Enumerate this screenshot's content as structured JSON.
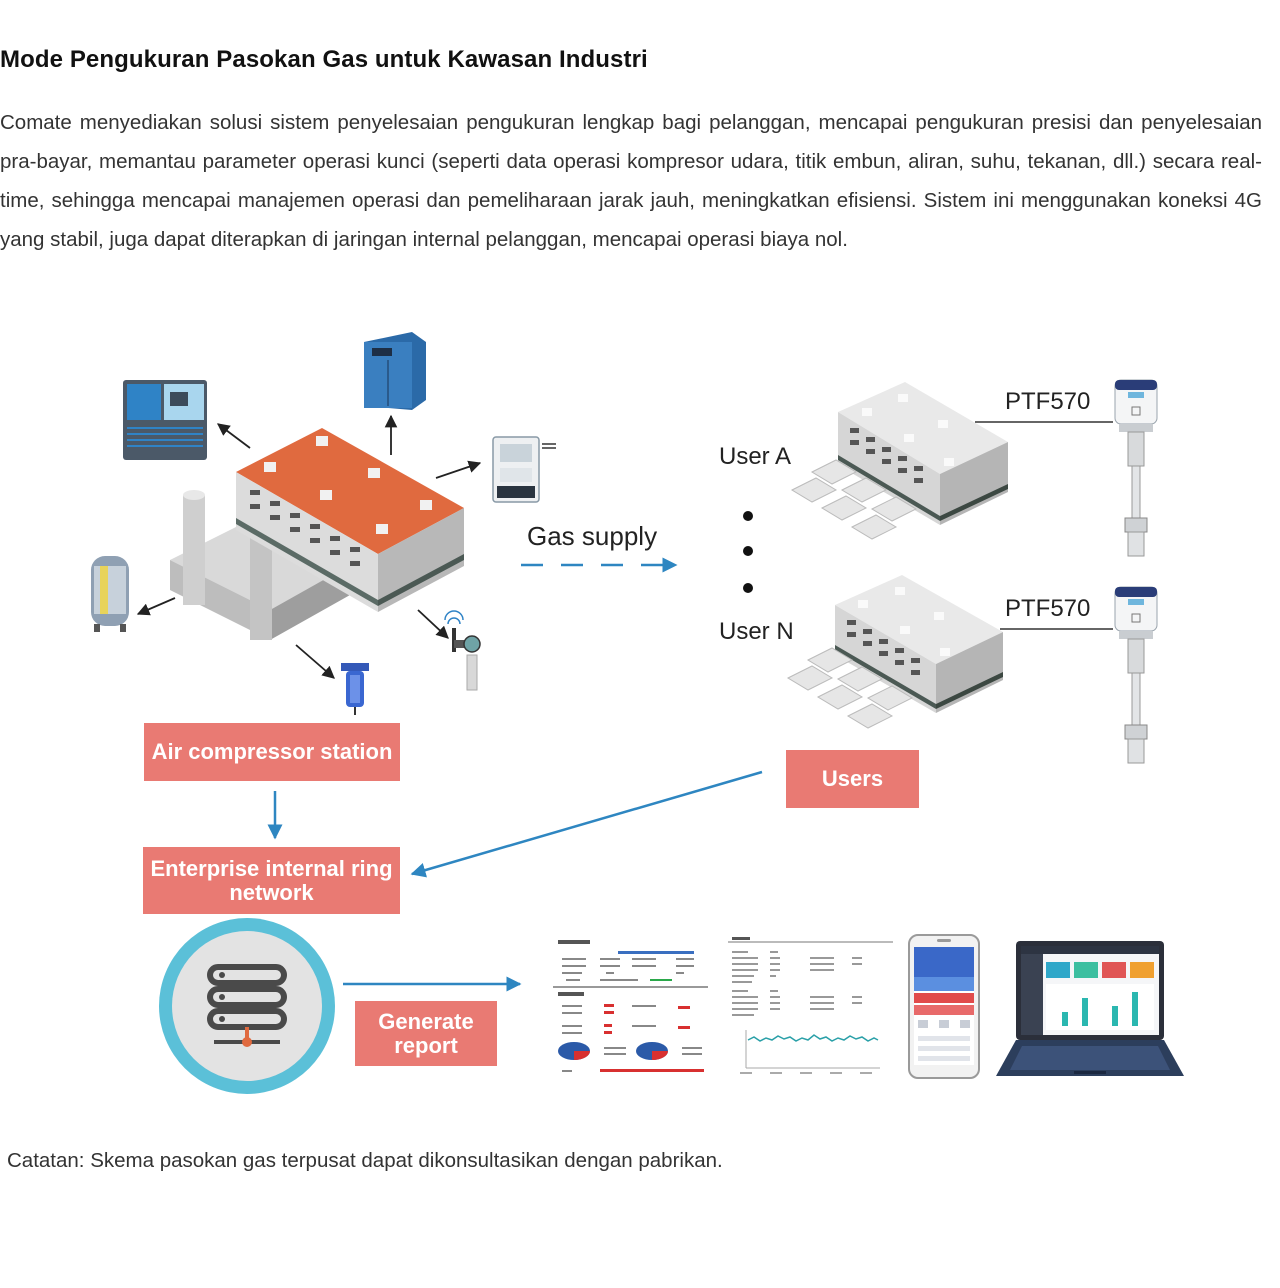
{
  "title": "Mode Pengukuran Pasokan Gas untuk Kawasan Industri",
  "intro": "Comate menyediakan solusi sistem penyelesaian pengukuran lengkap bagi pelanggan, mencapai pengukuran presisi dan penyelesaian pra-bayar, memantau parameter operasi kunci (seperti data operasi kompresor udara, titik embun, aliran, suhu, tekanan, dll.) secara real-time, sehingga mencapai manajemen operasi dan pemeliharaan jarak jauh, meningkatkan efisiensi. Sistem ini menggunakan koneksi 4G yang stabil, juga dapat diterapkan di jaringan internal pelanggan, mencapai operasi biaya nol.",
  "diagram": {
    "gas_supply": "Gas supply",
    "user_a": "User A",
    "user_n": "User N",
    "meter_a": "PTF570",
    "meter_n": "PTF570",
    "box_air_compressor": "Air compressor station",
    "box_users": "Users",
    "box_network": "Enterprise internal ring network",
    "box_report": "Generate report",
    "colors": {
      "box": "#e97a73",
      "arrow": "#2e86c1",
      "roof": "#e06a3f",
      "server": "#5bc0d8"
    }
  },
  "note": "Catatan: Skema pasokan gas terpusat dapat dikonsultasikan dengan pabrikan."
}
